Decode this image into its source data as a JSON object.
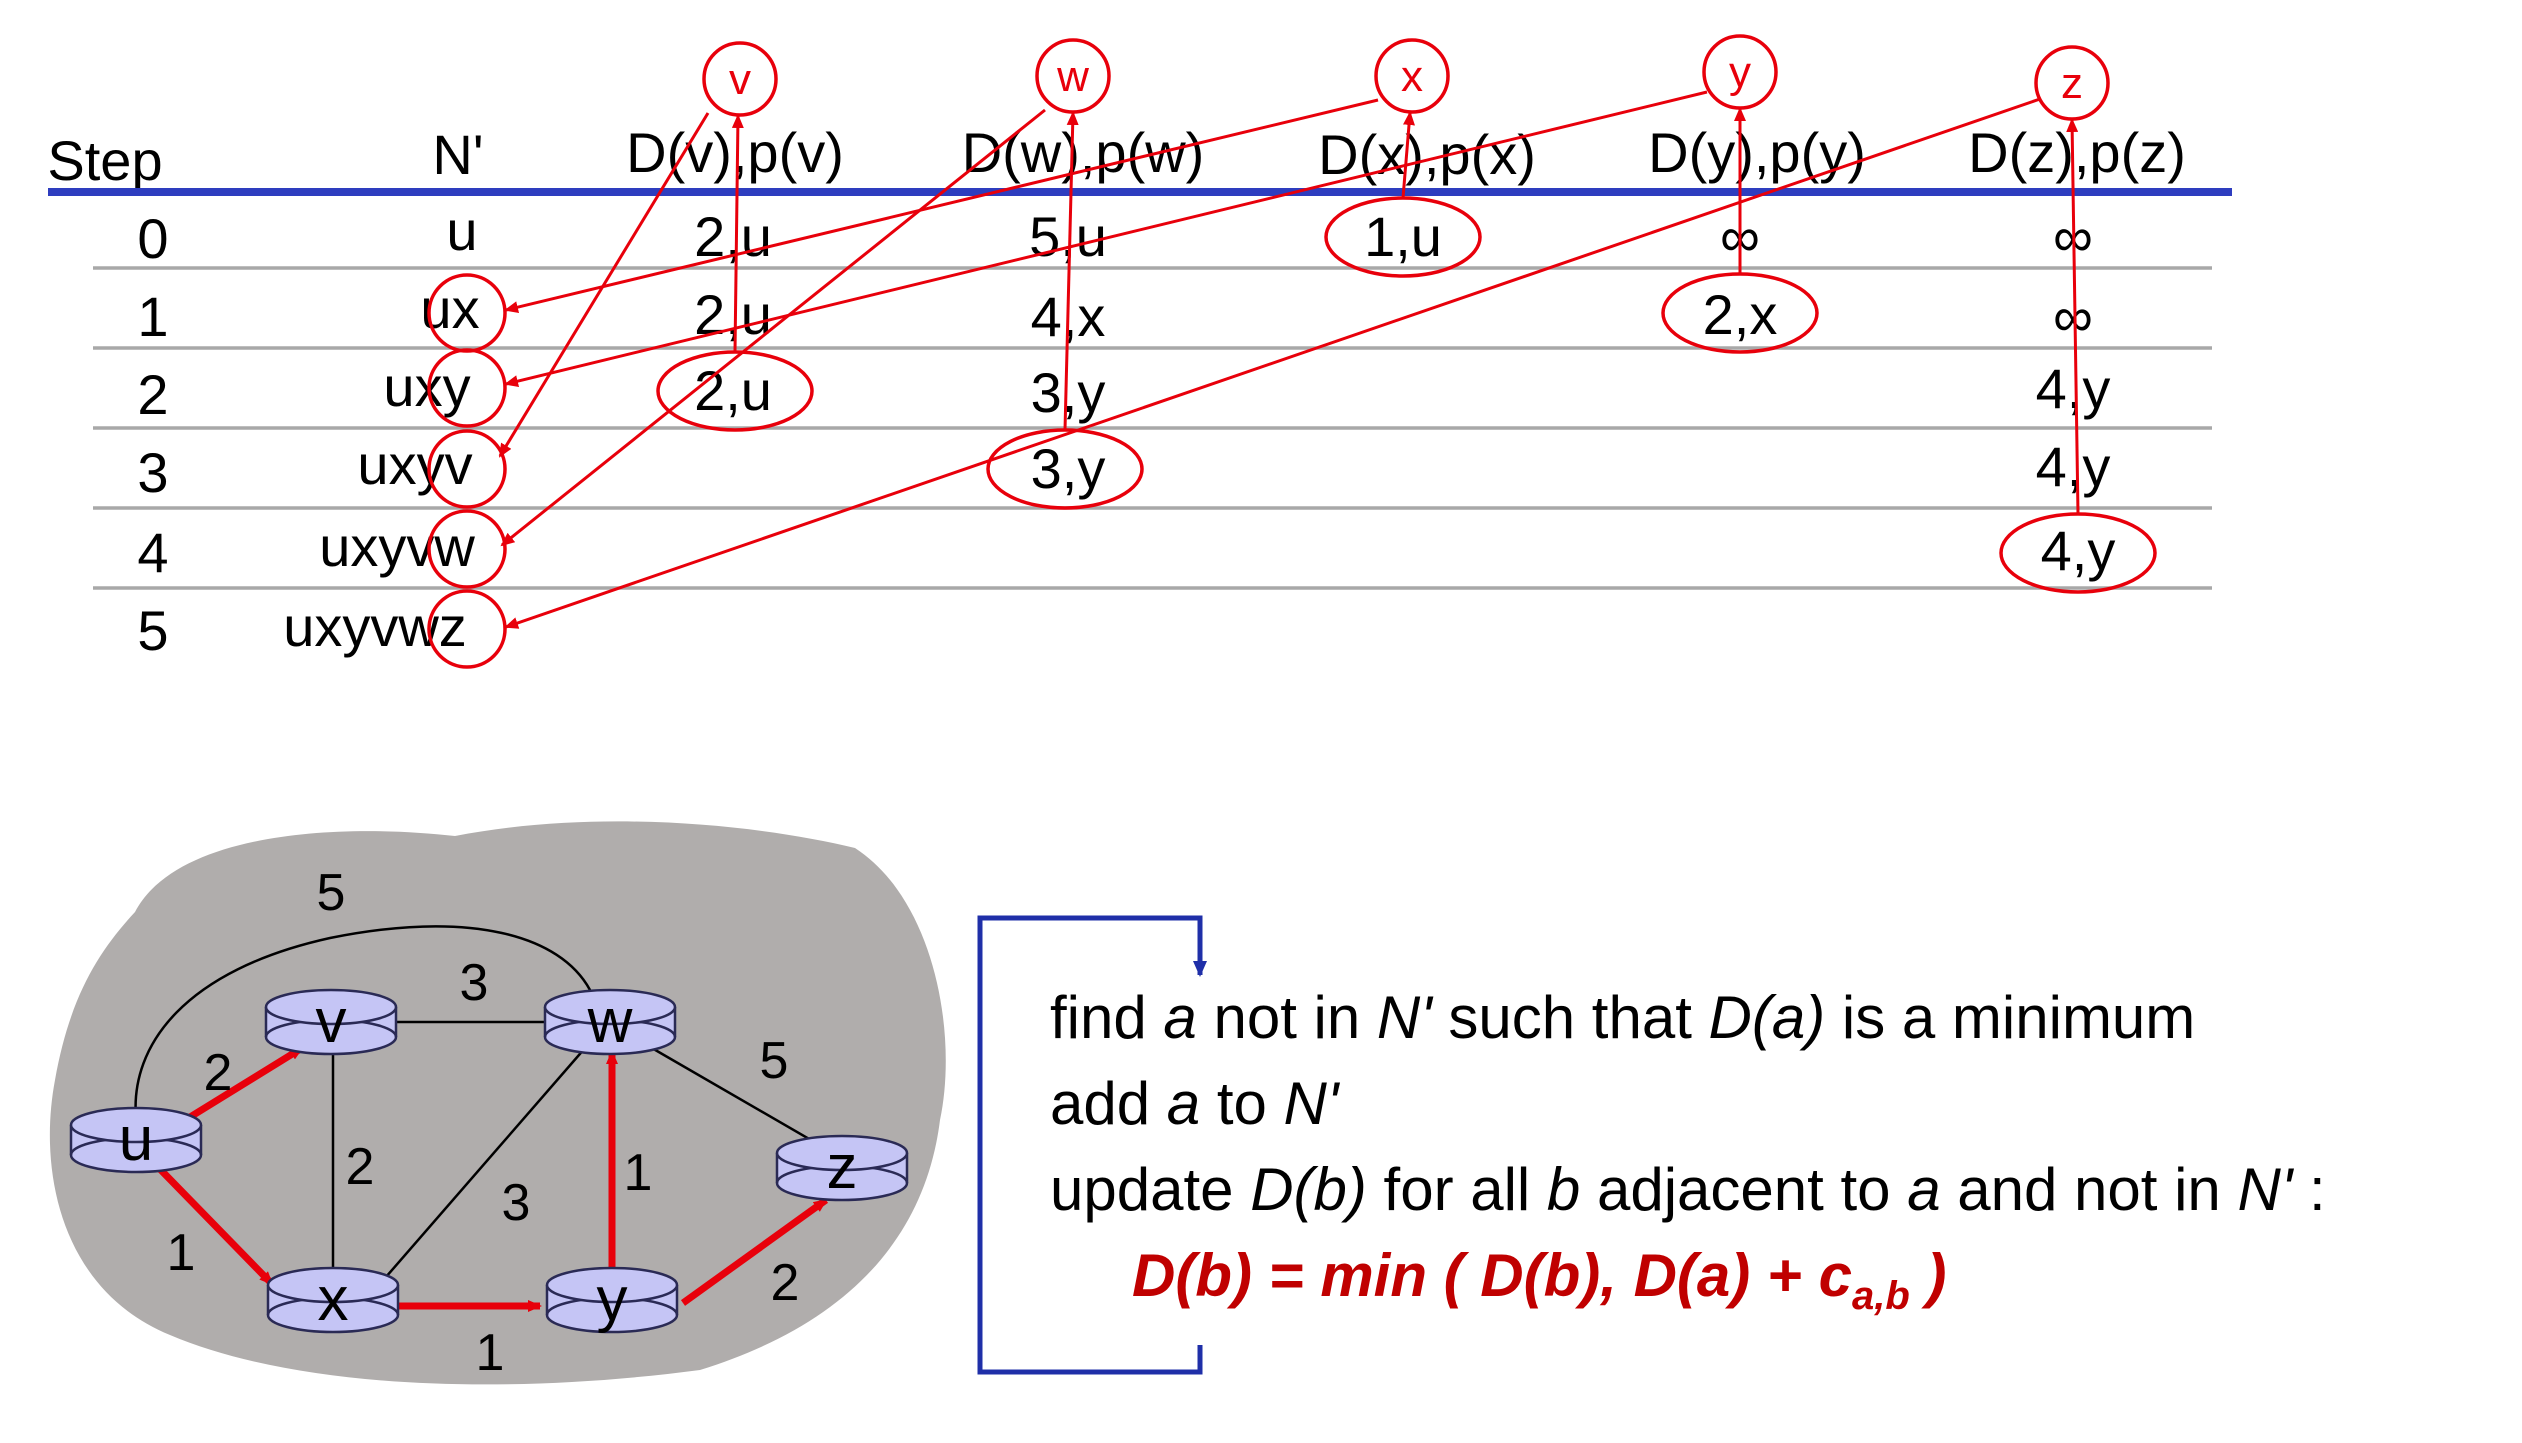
{
  "table": {
    "headers": [
      "Step",
      "N'",
      "D(v),p(v)",
      "D(w),p(w)",
      "D(x),p(x)",
      "D(y),p(y)",
      "D(z),p(z)"
    ],
    "node_tags": [
      "v",
      "w",
      "x",
      "y",
      "z"
    ],
    "rows": [
      {
        "step": "0",
        "nprime": "u",
        "v": "2,u",
        "w": "5,u",
        "x": "1,u",
        "y": "∞",
        "z": "∞"
      },
      {
        "step": "1",
        "nprime": "ux",
        "v": "2,u",
        "w": "4,x",
        "x": "",
        "y": "2,x",
        "z": "∞"
      },
      {
        "step": "2",
        "nprime": "uxy",
        "v": "2,u",
        "w": "3,y",
        "x": "",
        "y": "",
        "z": "4,y"
      },
      {
        "step": "3",
        "nprime": "uxyv",
        "v": "",
        "w": "3,y",
        "x": "",
        "y": "",
        "z": "4,y"
      },
      {
        "step": "4",
        "nprime": "uxyvw",
        "v": "",
        "w": "",
        "x": "",
        "y": "",
        "z": "4,y"
      },
      {
        "step": "5",
        "nprime": "uxyvwz",
        "v": "",
        "w": "",
        "x": "",
        "y": "",
        "z": ""
      }
    ]
  },
  "graph": {
    "nodes": [
      "u",
      "v",
      "w",
      "x",
      "y",
      "z"
    ],
    "edges": [
      {
        "from": "u",
        "to": "w",
        "cost": "5",
        "highlight": false
      },
      {
        "from": "v",
        "to": "w",
        "cost": "3",
        "highlight": false
      },
      {
        "from": "w",
        "to": "z",
        "cost": "5",
        "highlight": false
      },
      {
        "from": "u",
        "to": "v",
        "cost": "2",
        "highlight": true
      },
      {
        "from": "v",
        "to": "x",
        "cost": "2",
        "highlight": false
      },
      {
        "from": "x",
        "to": "w",
        "cost": "3",
        "highlight": false
      },
      {
        "from": "y",
        "to": "w",
        "cost": "1",
        "highlight": true
      },
      {
        "from": "u",
        "to": "x",
        "cost": "1",
        "highlight": true
      },
      {
        "from": "x",
        "to": "y",
        "cost": "1",
        "highlight": true
      },
      {
        "from": "y",
        "to": "z",
        "cost": "2",
        "highlight": true
      }
    ]
  },
  "algorithm": {
    "line1": {
      "t1": "find ",
      "a": "a",
      "t2": " not in ",
      "np": "N'",
      "t3": " such that ",
      "da": "D(a)",
      "t4": " is a minimum"
    },
    "line2": {
      "t1": "add ",
      "a": "a",
      "t2": " to ",
      "np": "N'"
    },
    "line3": {
      "t1": "update ",
      "db": "D(b)",
      "t2": " for all ",
      "b": "b",
      "t3": " adjacent to ",
      "a": "a",
      "t4": " and not in ",
      "np": "N'",
      "t5": " :"
    },
    "formula": {
      "main": "D(b) = min ( D(b), D(a) + c",
      "sub": "a,b",
      "end": " )"
    }
  },
  "colors": {
    "highlight": "#e8000b",
    "header_rule": "#2e3dbf",
    "loop": "#1f2fa8",
    "formula": "#c00000",
    "cloud": "#b0adac",
    "router": "#c5c5f5"
  }
}
